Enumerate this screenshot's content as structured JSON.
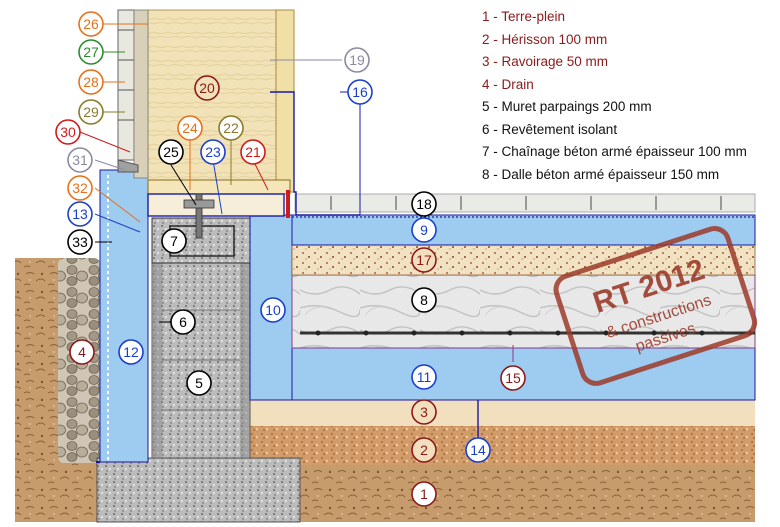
{
  "legend": [
    {
      "text": "1 - Terre-plein",
      "color": "#8b1a1a"
    },
    {
      "text": "2 - Hérisson 100 mm",
      "color": "#8b1a1a"
    },
    {
      "text": "3 - Ravoirage 50 mm",
      "color": "#8b1a1a"
    },
    {
      "text": "4 - Drain",
      "color": "#8b1a1a"
    },
    {
      "text": "5 - Muret parpaings 200 mm",
      "color": "#111111"
    },
    {
      "text": "6 - Revêtement isolant",
      "color": "#111111"
    },
    {
      "text": "7 - Chaînage béton armé épaisseur 100 mm",
      "color": "#111111"
    },
    {
      "text": "8 - Dalle béton armé épaisseur 150 mm",
      "color": "#111111"
    }
  ],
  "stamp": {
    "line1": "RT 2012",
    "line2": "& constructions",
    "line3": "passives",
    "color": "#9c3b2a"
  },
  "markers": {
    "m1": "1",
    "m2": "2",
    "m3": "3",
    "m4": "4",
    "m5": "5",
    "m6": "6",
    "m7": "7",
    "m8": "8",
    "m9": "9",
    "m10": "10",
    "m11": "11",
    "m12": "12",
    "m13": "13",
    "m14": "14",
    "m15": "15",
    "m16": "16",
    "m17": "17",
    "m18": "18",
    "m19": "19",
    "m20": "20",
    "m21": "21",
    "m22": "22",
    "m23": "23",
    "m24": "24",
    "m25": "25",
    "m26": "26",
    "m27": "27",
    "m28": "28",
    "m29": "29",
    "m30": "30",
    "m31": "31",
    "m32": "32",
    "m33": "33"
  },
  "colors": {
    "insulation_blue": "#9ecbf0",
    "soil": "#c69c6d",
    "gravel_bed": "#d9a877",
    "screed": "#f1dfbd",
    "concrete_slab": "#e6e6e6",
    "block_wall": "#bdbdbd",
    "wood_frame": "#f1e2b8",
    "outline_blue": "#1a1aa0",
    "marker_black": "#000000",
    "marker_blue": "#1a3fcc",
    "marker_darkred": "#8b1a1a",
    "marker_orange": "#e8701a",
    "marker_green": "#2e8b2e",
    "marker_olive": "#8a7a2a",
    "marker_red": "#d11a1a",
    "marker_grey": "#8a8aa0"
  }
}
